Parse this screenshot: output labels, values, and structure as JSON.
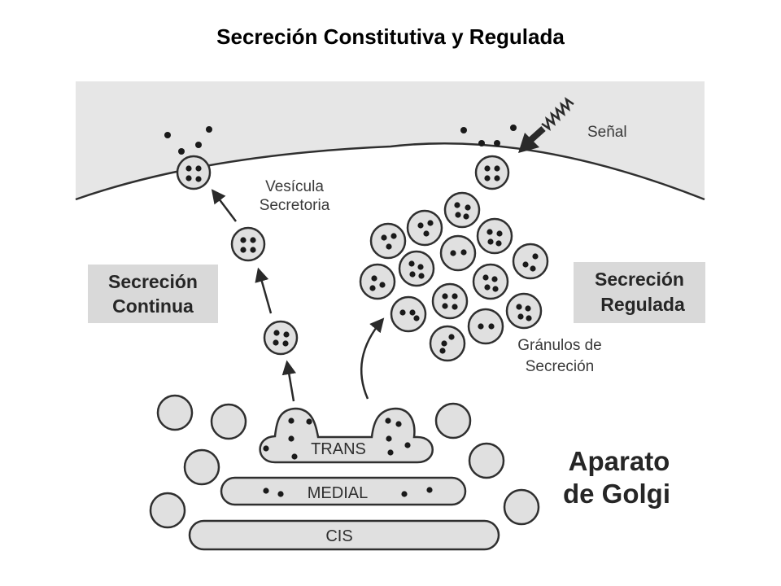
{
  "title": "Secreción Constitutiva y Regulada",
  "labels": {
    "senal": "Señal",
    "vesicula_line1": "Vesícula",
    "vesicula_line2": "Secretoria",
    "continua_line1": "Secreción",
    "continua_line2": "Continua",
    "regulada_line1": "Secreción",
    "regulada_line2": "Regulada",
    "granulos_line1": "Gránulos de",
    "granulos_line2": "Secreción",
    "golgi_line1": "Aparato",
    "golgi_line2": "de Golgi",
    "trans": "TRANS",
    "medial": "MEDIAL",
    "cis": "CIS"
  },
  "colors": {
    "membrane_fill": "#e6e6e6",
    "organelle_fill": "#e0e0e0",
    "label_box": "#d9d9d9",
    "outline": "#3a3a3a",
    "dot": "#1a1a1a"
  }
}
